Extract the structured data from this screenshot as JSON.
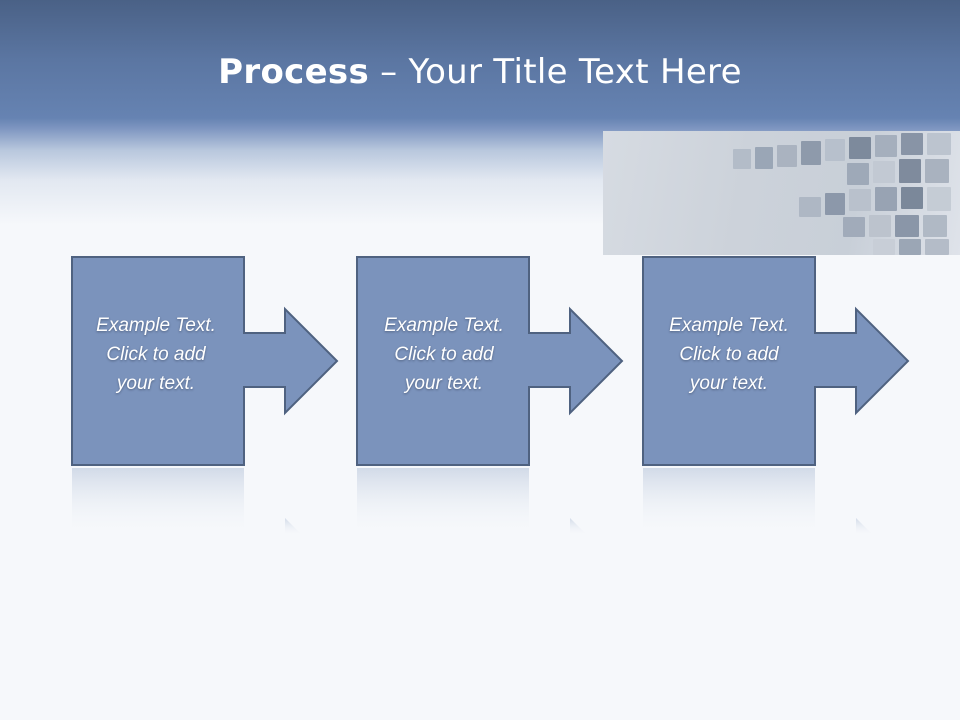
{
  "slide": {
    "title_strong": "Process",
    "title_rest": " – Your Title Text Here"
  },
  "steps": [
    {
      "line1": "Example Text.",
      "line2": "Click  to add",
      "line3": "your text."
    },
    {
      "line1": "Example Text.",
      "line2": "Click  to add",
      "line3": "your text."
    },
    {
      "line1": "Example Text.",
      "line2": "Click  to add",
      "line3": "your text."
    }
  ],
  "colors": {
    "header": "#5b76a2",
    "shape_fill": "#7b93bc",
    "shape_stroke": "#4f6280",
    "background": "#f6f8fb"
  }
}
